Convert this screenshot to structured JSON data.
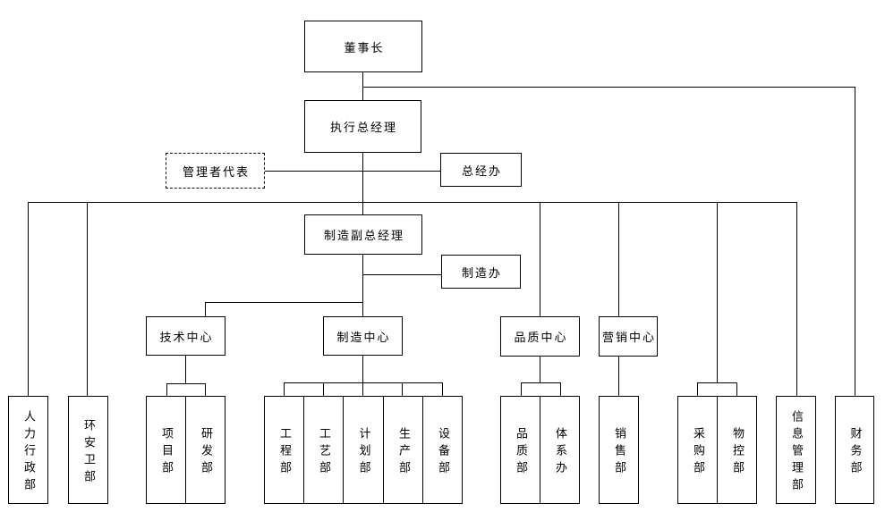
{
  "org_chart": {
    "kind": "organization-chart",
    "colors": {
      "line": "#000000",
      "box_background": "#ffffff",
      "text": "#000000",
      "page_background": "#ffffff"
    },
    "nodes": {
      "chairman": "董事长",
      "exec_gm": "执行总经理",
      "mgmt_rep": "管理者代表",
      "gm_office": "总经办",
      "mfg_vgm": "制造副总经理",
      "mfg_office": "制造办",
      "tech_center": "技术中心",
      "mfg_center": "制造中心",
      "quality_center": "品质中心",
      "marketing_center": "营销中心",
      "hr_admin": "人力行政部",
      "ehs": "环安卫部",
      "project": "项目部",
      "rnd": "研发部",
      "engineering": "工程部",
      "craft": "工艺部",
      "planning": "计划部",
      "production": "生产部",
      "equipment": "设备部",
      "quality_dept": "品质部",
      "system_office": "体系办",
      "sales": "销售部",
      "purchasing": "采购部",
      "material_control": "物控部",
      "info_mgmt": "信息管理部",
      "finance": "财务部"
    },
    "edges": [
      {
        "from": "chairman",
        "to": "exec_gm"
      },
      {
        "from": "chairman",
        "to": "finance"
      },
      {
        "from": "exec_gm",
        "to": "mgmt_rep",
        "style": "staff"
      },
      {
        "from": "exec_gm",
        "to": "gm_office",
        "style": "staff"
      },
      {
        "from": "exec_gm",
        "to": "mfg_vgm"
      },
      {
        "from": "exec_gm",
        "to": "hr_admin"
      },
      {
        "from": "exec_gm",
        "to": "ehs"
      },
      {
        "from": "exec_gm",
        "to": "quality_center"
      },
      {
        "from": "exec_gm",
        "to": "marketing_center"
      },
      {
        "from": "exec_gm",
        "to": "purchasing"
      },
      {
        "from": "exec_gm",
        "to": "material_control"
      },
      {
        "from": "exec_gm",
        "to": "info_mgmt"
      },
      {
        "from": "mfg_vgm",
        "to": "mfg_office",
        "style": "staff"
      },
      {
        "from": "mfg_vgm",
        "to": "tech_center"
      },
      {
        "from": "mfg_vgm",
        "to": "mfg_center"
      },
      {
        "from": "tech_center",
        "to": "project"
      },
      {
        "from": "tech_center",
        "to": "rnd"
      },
      {
        "from": "mfg_center",
        "to": "engineering"
      },
      {
        "from": "mfg_center",
        "to": "craft"
      },
      {
        "from": "mfg_center",
        "to": "planning"
      },
      {
        "from": "mfg_center",
        "to": "production"
      },
      {
        "from": "mfg_center",
        "to": "equipment"
      },
      {
        "from": "quality_center",
        "to": "quality_dept"
      },
      {
        "from": "quality_center",
        "to": "system_office"
      },
      {
        "from": "marketing_center",
        "to": "sales"
      }
    ]
  }
}
